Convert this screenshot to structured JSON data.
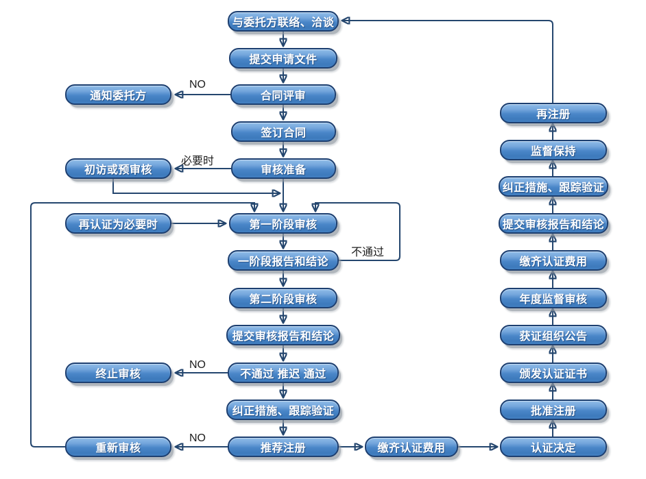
{
  "diagram": {
    "title": "certification-audit-process-flowchart",
    "colors": {
      "background": "#ffffff",
      "node_fill_top": "#8fbce8",
      "node_fill_bottom": "#3d7abc",
      "node_border": "#1d3f70",
      "node_text": "#ffffff",
      "connector": "#24466e",
      "edge_label_text": "#1c1c1c"
    },
    "nodes": [
      {
        "id": "contact-client",
        "label": "与委托方联络、洽谈"
      },
      {
        "id": "submit-application",
        "label": "提交申请文件"
      },
      {
        "id": "contract-review",
        "label": "合同评审"
      },
      {
        "id": "sign-contract",
        "label": "签订合同"
      },
      {
        "id": "audit-preparation",
        "label": "审核准备"
      },
      {
        "id": "stage1-audit",
        "label": "第一阶段审核"
      },
      {
        "id": "stage1-report",
        "label": "一阶段报告和结论"
      },
      {
        "id": "stage2-audit",
        "label": "第二阶段审核"
      },
      {
        "id": "submit-audit-report",
        "label": "提交审核报告和结论"
      },
      {
        "id": "audit-result",
        "label": "不通过 推迟 通过"
      },
      {
        "id": "corrective-followup",
        "label": "纠正措施、跟踪验证"
      },
      {
        "id": "recommend-registration",
        "label": "推荐注册"
      },
      {
        "id": "notify-client",
        "label": "通知委托方"
      },
      {
        "id": "initial-visit-preaudit",
        "label": "初访或预审核"
      },
      {
        "id": "recert-when-necessary",
        "label": "再认证为必要时"
      },
      {
        "id": "terminate-audit",
        "label": "终止审核"
      },
      {
        "id": "re-audit",
        "label": "重新审核"
      },
      {
        "id": "pay-certification-fees",
        "label": "缴齐认证费用"
      },
      {
        "id": "certification-decision",
        "label": "认证决定"
      },
      {
        "id": "approve-registration",
        "label": "批准注册"
      },
      {
        "id": "issue-certificate",
        "label": "颁发认证证书"
      },
      {
        "id": "certified-org-announcement",
        "label": "获证组织公告"
      },
      {
        "id": "annual-surveillance-audit",
        "label": "年度监督审核"
      },
      {
        "id": "pay-certification-fees-surveillance",
        "label": "缴齐认证费用"
      },
      {
        "id": "submit-audit-report-surveillance",
        "label": "提交审核报告和结论"
      },
      {
        "id": "corrective-followup-surveillance",
        "label": "纠正措施、跟踪验证"
      },
      {
        "id": "surveillance-maintenance",
        "label": "监督保持"
      },
      {
        "id": "re-registration",
        "label": "再注册"
      }
    ],
    "edge_labels": [
      {
        "id": "no-contract-review",
        "text": "NO"
      },
      {
        "id": "when-necessary",
        "text": "必要时"
      },
      {
        "id": "stage1-fail",
        "text": "不通过"
      },
      {
        "id": "no-audit-result",
        "text": "NO"
      },
      {
        "id": "no-recommend-registration",
        "text": "NO"
      }
    ],
    "edges": [
      {
        "from": "contact-client",
        "to": "submit-application"
      },
      {
        "from": "submit-application",
        "to": "contract-review"
      },
      {
        "from": "contract-review",
        "to": "sign-contract"
      },
      {
        "from": "contract-review",
        "to": "notify-client",
        "label": "NO"
      },
      {
        "from": "sign-contract",
        "to": "audit-preparation"
      },
      {
        "from": "audit-preparation",
        "to": "initial-visit-preaudit",
        "label": "必要时"
      },
      {
        "from": "initial-visit-preaudit",
        "to": "stage1-audit"
      },
      {
        "from": "audit-preparation",
        "to": "stage1-audit"
      },
      {
        "from": "recert-when-necessary",
        "to": "stage1-audit"
      },
      {
        "from": "stage1-audit",
        "to": "stage1-report"
      },
      {
        "from": "stage1-report",
        "to": "stage1-audit",
        "label": "不通过"
      },
      {
        "from": "stage1-report",
        "to": "stage2-audit"
      },
      {
        "from": "stage2-audit",
        "to": "submit-audit-report"
      },
      {
        "from": "submit-audit-report",
        "to": "audit-result"
      },
      {
        "from": "audit-result",
        "to": "terminate-audit",
        "label": "NO"
      },
      {
        "from": "audit-result",
        "to": "corrective-followup"
      },
      {
        "from": "corrective-followup",
        "to": "recommend-registration"
      },
      {
        "from": "recommend-registration",
        "to": "re-audit",
        "label": "NO"
      },
      {
        "from": "re-audit",
        "to": "stage1-audit"
      },
      {
        "from": "recommend-registration",
        "to": "pay-certification-fees"
      },
      {
        "from": "pay-certification-fees",
        "to": "certification-decision"
      },
      {
        "from": "certification-decision",
        "to": "approve-registration"
      },
      {
        "from": "approve-registration",
        "to": "issue-certificate"
      },
      {
        "from": "issue-certificate",
        "to": "certified-org-announcement"
      },
      {
        "from": "certified-org-announcement",
        "to": "annual-surveillance-audit"
      },
      {
        "from": "annual-surveillance-audit",
        "to": "pay-certification-fees-surveillance"
      },
      {
        "from": "pay-certification-fees-surveillance",
        "to": "submit-audit-report-surveillance"
      },
      {
        "from": "submit-audit-report-surveillance",
        "to": "corrective-followup-surveillance"
      },
      {
        "from": "corrective-followup-surveillance",
        "to": "surveillance-maintenance"
      },
      {
        "from": "surveillance-maintenance",
        "to": "re-registration"
      },
      {
        "from": "re-registration",
        "to": "contact-client"
      }
    ]
  }
}
